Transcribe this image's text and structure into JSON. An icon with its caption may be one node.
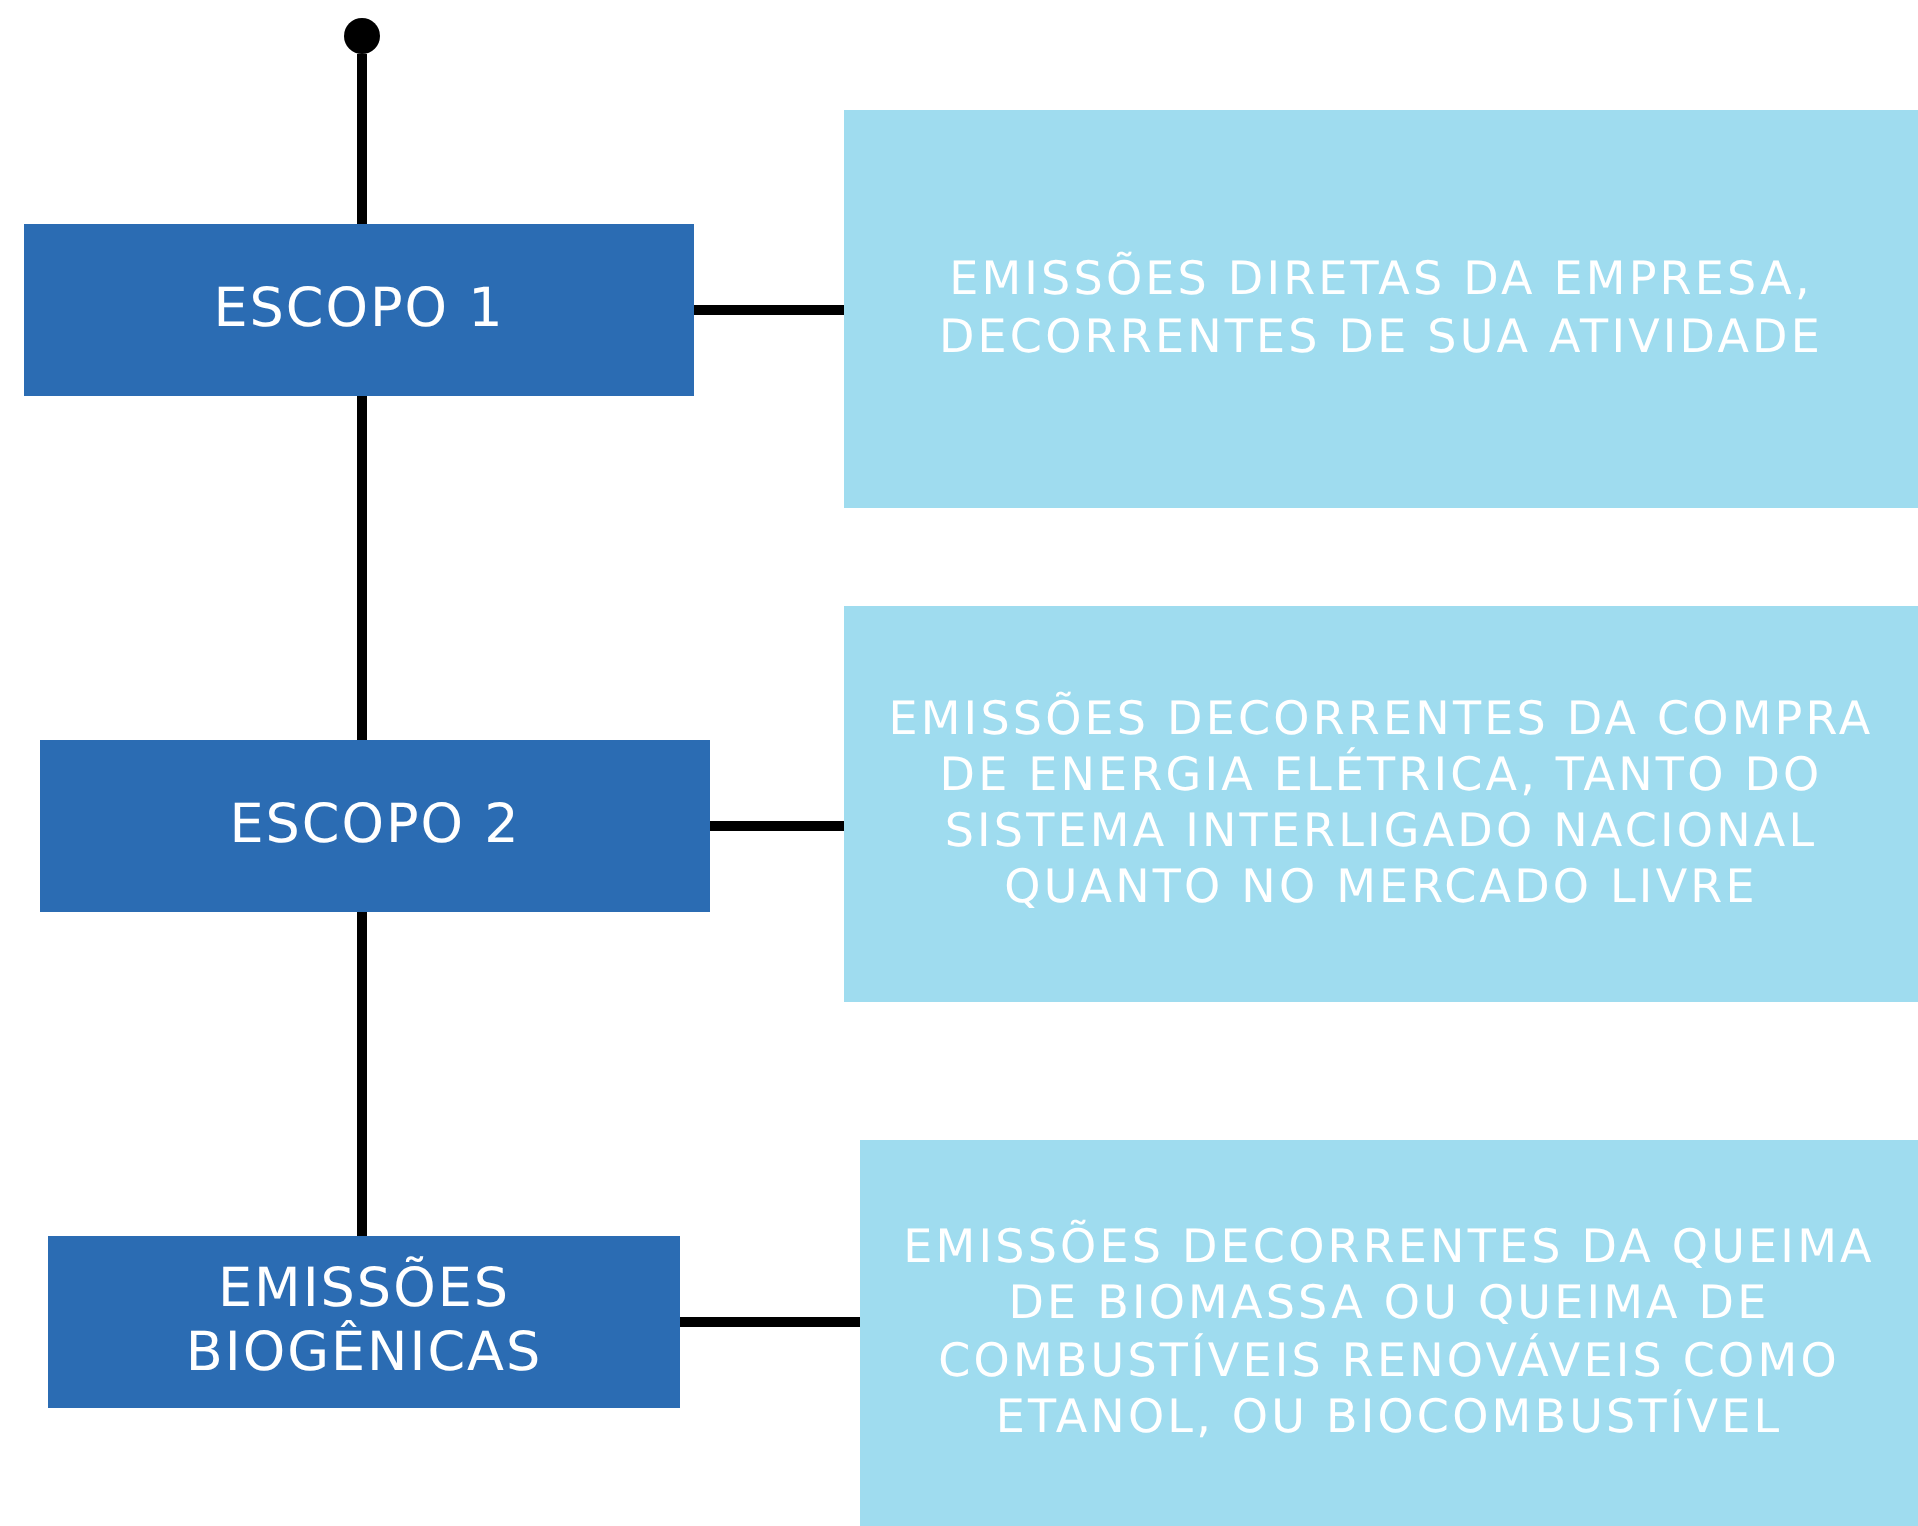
{
  "diagram": {
    "nodes": [
      {
        "text": [],
        "shape": "circle"
      },
      {
        "text": [
          "ESCOPO 1"
        ]
      },
      {
        "text": [
          "ESCOPO 2"
        ]
      },
      {
        "text": [
          "EMISSÕES BIOGÊNICAS"
        ]
      },
      {
        "text": [
          "EMISSÕES DIRETAS DA EMPRESA, DECORRENTES DE SUA ATIVIDADE"
        ]
      },
      {
        "text": [
          "EMISSÕES DECORRENTES DA COMPRA DE ENERGIA ELÉTRICA, TANTO DO SISTEMA INTERLIGADO NACIONAL QUANTO NO MERCADO LIVRE"
        ]
      },
      {
        "text": [
          "EMISSÕES DECORRENTES DA QUEIMA DE BIOMASSA OU QUEIMA DE COMBUSTÍVEIS RENOVÁVEIS COMO ETANOL, OU BIOCOMBUSTÍVEL"
        ]
      }
    ],
    "edges": [
      {
        "from": 0,
        "to": 1,
        "arrow": "none"
      },
      {
        "from": 1,
        "to": 2,
        "arrow": "none"
      },
      {
        "from": 2,
        "to": 3,
        "arrow": "none"
      },
      {
        "from": 1,
        "to": 4,
        "arrow": "none"
      },
      {
        "from": 2,
        "to": 5,
        "arrow": "none"
      },
      {
        "from": 3,
        "to": 6,
        "arrow": "none"
      }
    ]
  }
}
